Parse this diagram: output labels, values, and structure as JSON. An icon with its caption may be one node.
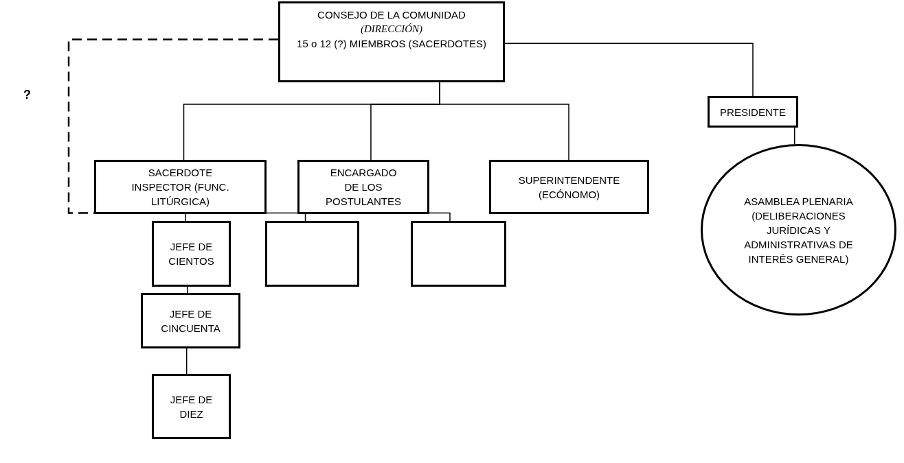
{
  "diagram": {
    "nodes": [
      {
        "text": [
          "CONSEJO DE LA COMUNIDAD",
          "(DIRECCIÓN)",
          "15 o 12 (?) MIEMBROS (SACERDOTES)"
        ]
      },
      {
        "text": [
          "SACERDOTE INSPECTOR (FUNC. LITÚRGICA)"
        ]
      },
      {
        "text": [
          "ENCARGADO DE LOS POSTULANTES"
        ]
      },
      {
        "text": [
          "SUPERINTENDENTE (ECÓNOMO)"
        ]
      },
      {
        "text": [
          "PRESIDENTE"
        ]
      },
      {
        "text": [
          "ASAMBLEA PLENARIA (DELIBERACIONES JURÍDICAS Y ADMINISTRATIVAS DE INTERÉS GENERAL)"
        ]
      },
      {
        "text": [
          "JEFE DE CIENTOS"
        ]
      },
      {
        "text": [],
        "shape": "box"
      },
      {
        "text": [],
        "shape": "box"
      },
      {
        "text": [
          "JEFE DE CINCUENTA"
        ]
      },
      {
        "text": [
          "JEFE DE DIEZ"
        ]
      }
    ],
    "edges": [
      {
        "from": 0,
        "to": 1,
        "arrow": "none"
      },
      {
        "from": 0,
        "to": 2,
        "arrow": "none"
      },
      {
        "from": 0,
        "to": 3,
        "arrow": "none"
      },
      {
        "from": 0,
        "to": 4,
        "arrow": "none"
      },
      {
        "from": 4,
        "to": 5,
        "arrow": "none"
      },
      {
        "from": 0,
        "to": 1,
        "arrow": "none",
        "style": "dashed"
      },
      {
        "from": 1,
        "to": 2,
        "arrow": "none"
      },
      {
        "from": 1,
        "to": 6,
        "arrow": "none"
      },
      {
        "from": 2,
        "to": 7,
        "arrow": "none"
      },
      {
        "from": 2,
        "to": 8,
        "arrow": "none"
      },
      {
        "from": 6,
        "to": 9,
        "arrow": "none"
      },
      {
        "from": 9,
        "to": 10,
        "arrow": "none"
      }
    ],
    "labels": [
      "?"
    ]
  }
}
